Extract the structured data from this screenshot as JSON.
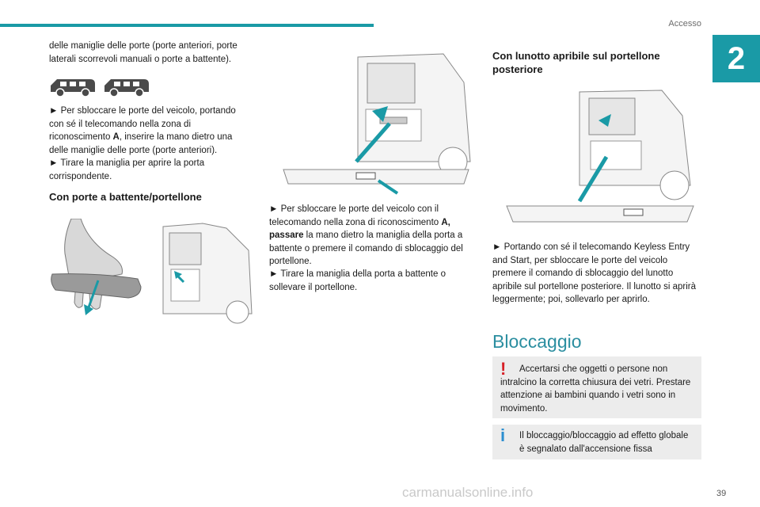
{
  "header": {
    "section": "Accesso",
    "chapter": "2"
  },
  "col1": {
    "intro": "delle maniglie delle porte (porte anteriori, porte laterali scorrevoli manuali o porte a battente).",
    "step1_pre": "► Per sbloccare le porte del veicolo, portando con sé il telecomando nella zona di riconoscimento ",
    "step1_bold": "A",
    "step1_post": ", inserire la mano dietro una delle maniglie delle porte (porte anteriori).",
    "step2": "► Tirare la maniglia per aprire la porta corrispondente.",
    "heading": "Con porte a battente/portellone"
  },
  "col2": {
    "step1_pre": "► Per sbloccare le porte del veicolo con il telecomando nella zona di riconoscimento ",
    "step1_bold": "A, passare",
    "step1_post": " la mano dietro la maniglia della porta a battente o premere il comando di sblocaggio del portellone.",
    "step2": "► Tirare la maniglia della porta a battente o sollevare il portellone."
  },
  "col3": {
    "heading": "Con lunotto apribile sul portellone posteriore",
    "text": "► Portando con sé il telecomando Keyless Entry and Start, per sbloccare le porte del veicolo premere il comando di sblocaggio del lunotto apribile sul portellone posteriore. Il lunotto si aprirà leggermente; poi, sollevarlo per aprirlo.",
    "title": "Bloccaggio",
    "warning": "Accertarsi che oggetti o persone non intralcino la corretta chiusura dei vetri. Prestare attenzione ai bambini quando i vetri sono in movimento.",
    "info": "Il bloccaggio/bloccaggio ad effetto globale è segnalato dall'accensione fissa"
  },
  "footer": {
    "page": "39",
    "watermark": "carmanualsonline.info"
  },
  "colors": {
    "accent": "#1a9aa6",
    "title": "#2b8ea0",
    "warning": "#d61f26",
    "info": "#2b8ed0"
  },
  "icons": [
    "van-icon",
    "van-icon",
    "warning-icon",
    "info-icon"
  ]
}
